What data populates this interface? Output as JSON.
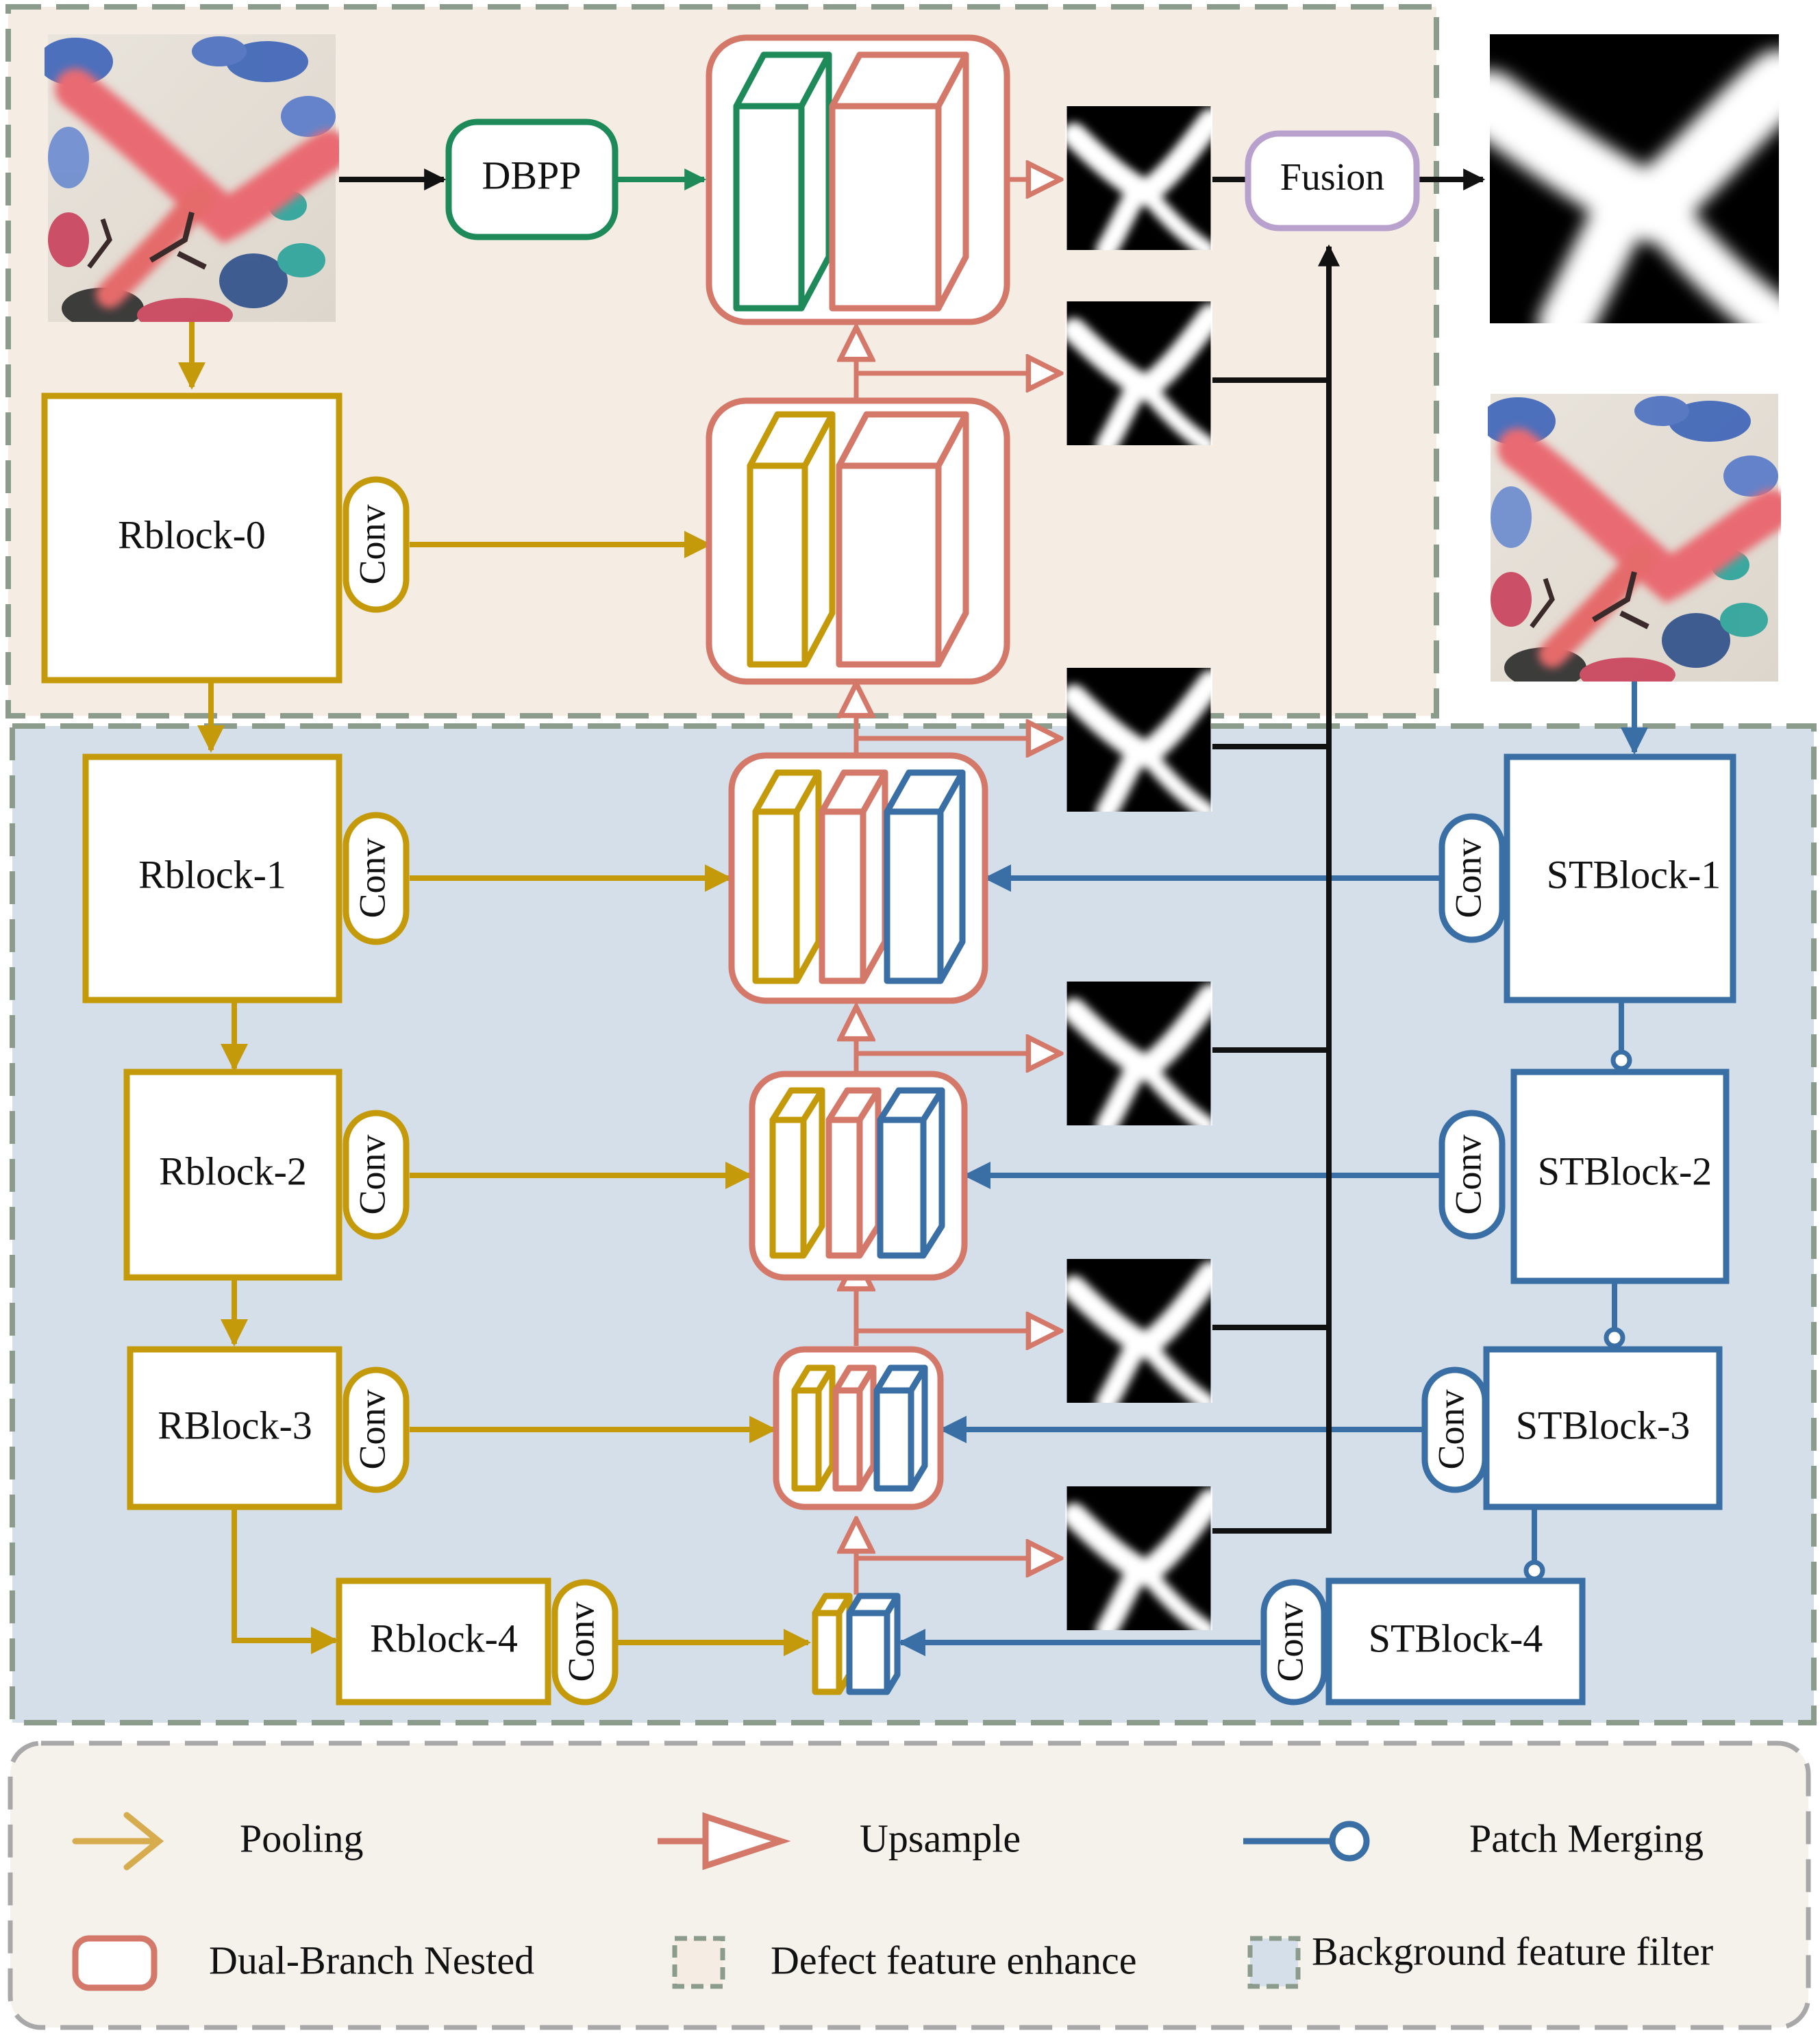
{
  "colors": {
    "gold": "#c49a0a",
    "salmon": "#d4786a",
    "steel": "#3a6fa6",
    "green": "#1e8a5a",
    "purple": "#b8a1cc",
    "black": "#111111",
    "defect_bg": "#f5ede4",
    "background_bg": "#d5dfe9",
    "dash": "#8c9c8c"
  },
  "blocks": {
    "dbpp": "DBPP",
    "fusion": "Fusion",
    "rblock0": "Rblock-0",
    "rblock1": "Rblock-1",
    "rblock2": "Rblock-2",
    "rblock3": "RBlock-3",
    "rblock4": "Rblock-4",
    "stblock1": "STBlock-1",
    "stblock2": "STBlock-2",
    "stblock3": "STBlock-3",
    "stblock4": "STBlock-4",
    "conv": "Conv"
  },
  "legend": {
    "pooling": "Pooling",
    "upsample": "Upsample",
    "patch_merging": "Patch Merging",
    "dual_branch": "Dual-Branch Nested",
    "defect": "Defect feature enhance",
    "background": "Background feature filter"
  },
  "icons": {
    "input_image": "fabric-defect-photo",
    "output_mask": "defect-mask-image",
    "side_output": "side-output-mask"
  }
}
